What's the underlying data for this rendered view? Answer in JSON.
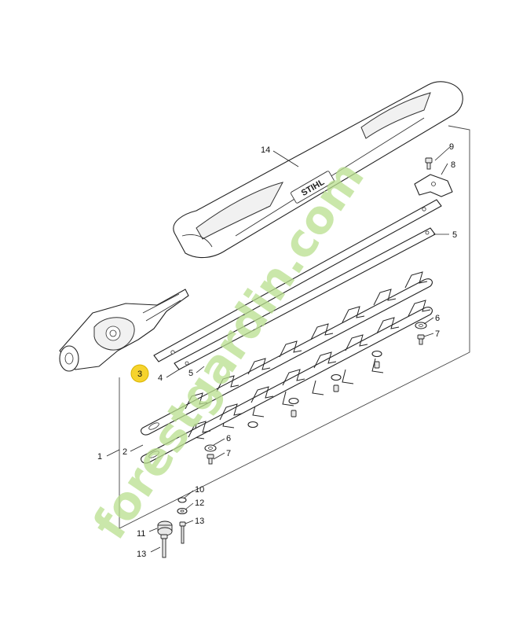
{
  "brand_label": "STIHL",
  "watermark_text": "forestgardin.com",
  "highlight_color": "#f6d32d",
  "watermark_colors": {
    "green": "#b9df8e",
    "orange": "#f7c27a",
    "tan": "#d9c7a8"
  },
  "callouts": {
    "c1": "1",
    "c2": "2",
    "c3": "3",
    "c4": "4",
    "c5a": "5",
    "c5b": "5",
    "c6a": "6",
    "c6b": "6",
    "c7a": "7",
    "c7b": "7",
    "c8": "8",
    "c9": "9",
    "c10": "10",
    "c11": "11",
    "c12": "12",
    "c13a": "13",
    "c13b": "13",
    "c14": "14"
  }
}
